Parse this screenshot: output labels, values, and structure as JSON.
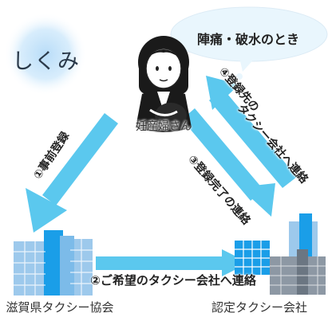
{
  "title": "しくみ",
  "bubble": {
    "text": "陣痛・破水のとき"
  },
  "person": {
    "label": "妊産婦さん"
  },
  "arrows": {
    "step1": "①事前登録",
    "step2": "②ご希望のタクシー会社へ連絡",
    "step3": "③登録完了の連絡",
    "step4_line1": "④登録先の",
    "step4_line2": "タクシー会社へ連絡"
  },
  "orgs": {
    "left": "滋賀県タクシー協会",
    "right": "認定タクシー会社"
  },
  "colors": {
    "arrow": "#5bc8ee",
    "building_left": "#9dc9ec",
    "building_accent": "#1a9ee8",
    "building_right_grey": "#8d98a4",
    "bubble_fill": "#e9f6fd",
    "title_glow": "#c9e6fb"
  }
}
